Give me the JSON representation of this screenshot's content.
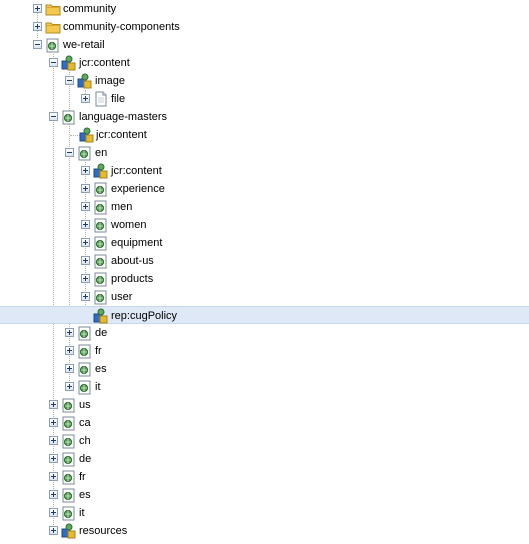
{
  "tree": {
    "nodes": [
      {
        "label": "community",
        "icon": "folder-icon",
        "expanded": false
      },
      {
        "label": "community-components",
        "icon": "folder-icon",
        "expanded": false
      },
      {
        "label": "we-retail",
        "icon": "page-icon",
        "expanded": true
      },
      {
        "label": "jcr:content",
        "icon": "content-node-icon",
        "expanded": true
      },
      {
        "label": "image",
        "icon": "content-node-icon",
        "expanded": true
      },
      {
        "label": "file",
        "icon": "file-icon",
        "expanded": false
      },
      {
        "label": "language-masters",
        "icon": "page-icon",
        "expanded": true
      },
      {
        "label": "jcr:content",
        "icon": "content-node-icon",
        "leaf": true
      },
      {
        "label": "en",
        "icon": "page-icon",
        "expanded": true
      },
      {
        "label": "jcr:content",
        "icon": "content-node-icon",
        "expanded": false
      },
      {
        "label": "experience",
        "icon": "page-icon",
        "expanded": false
      },
      {
        "label": "men",
        "icon": "page-icon",
        "expanded": false
      },
      {
        "label": "women",
        "icon": "page-icon",
        "expanded": false
      },
      {
        "label": "equipment",
        "icon": "page-icon",
        "expanded": false
      },
      {
        "label": "about-us",
        "icon": "page-icon",
        "expanded": false
      },
      {
        "label": "products",
        "icon": "page-icon",
        "expanded": false
      },
      {
        "label": "user",
        "icon": "page-icon",
        "expanded": false
      },
      {
        "label": "rep:cugPolicy",
        "icon": "policy-icon",
        "leaf": true,
        "selected": true
      },
      {
        "label": "de",
        "icon": "page-icon",
        "expanded": false
      },
      {
        "label": "fr",
        "icon": "page-icon",
        "expanded": false
      },
      {
        "label": "es",
        "icon": "page-icon",
        "expanded": false
      },
      {
        "label": "it",
        "icon": "page-icon",
        "expanded": false
      },
      {
        "label": "us",
        "icon": "page-icon",
        "expanded": false
      },
      {
        "label": "ca",
        "icon": "page-icon",
        "expanded": false
      },
      {
        "label": "ch",
        "icon": "page-icon",
        "expanded": false
      },
      {
        "label": "de",
        "icon": "page-icon",
        "expanded": false
      },
      {
        "label": "fr",
        "icon": "page-icon",
        "expanded": false
      },
      {
        "label": "es",
        "icon": "page-icon",
        "expanded": false
      },
      {
        "label": "it",
        "icon": "page-icon",
        "expanded": false
      },
      {
        "label": "resources",
        "icon": "content-node-icon",
        "expanded": false
      }
    ]
  },
  "colors": {
    "selection": "#dfe8f6",
    "folder": "#f0c24b",
    "page_globe": "#3a8a3a",
    "content_blue": "#2f6cc3",
    "content_yellow": "#e7b92f"
  }
}
